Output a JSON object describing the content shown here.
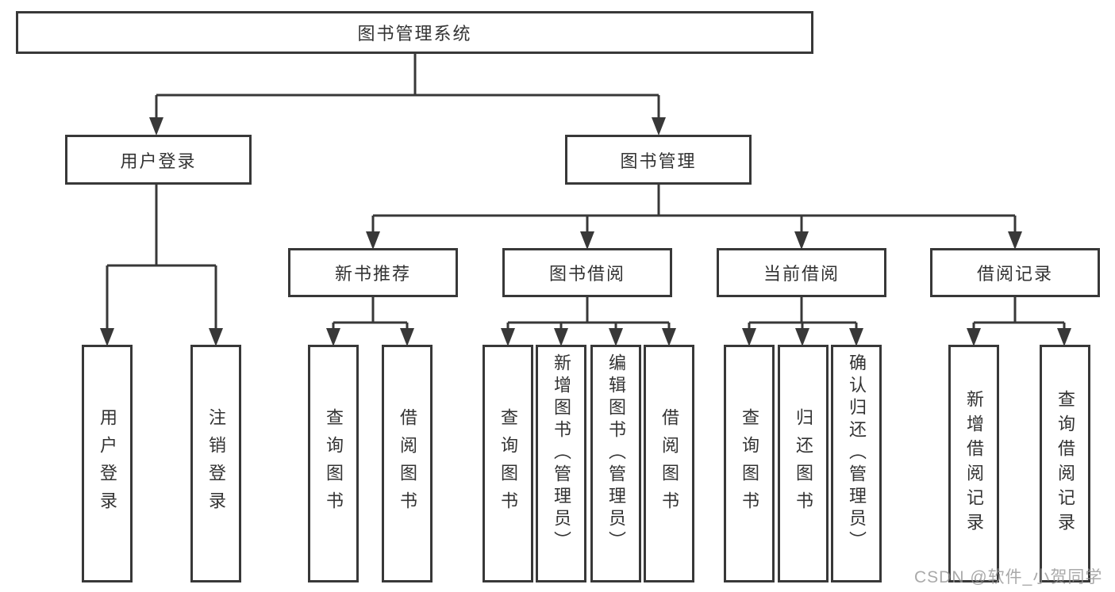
{
  "diagram": {
    "root": {
      "label": "图书管理系统"
    },
    "level2": [
      {
        "label": "用户登录"
      },
      {
        "label": "图书管理"
      }
    ],
    "level3": [
      {
        "label": "新书推荐"
      },
      {
        "label": "图书借阅"
      },
      {
        "label": "当前借阅"
      },
      {
        "label": "借阅记录"
      }
    ],
    "leaves": [
      {
        "label": "用户登录"
      },
      {
        "label": "注销登录"
      },
      {
        "label": "查询图书"
      },
      {
        "label": "借阅图书"
      },
      {
        "label": "查询图书"
      },
      {
        "label": "新增图书（管理员）"
      },
      {
        "label": "编辑图书（管理员）"
      },
      {
        "label": "借阅图书"
      },
      {
        "label": "查询图书"
      },
      {
        "label": "归还图书"
      },
      {
        "label": "确认归还（管理员）"
      },
      {
        "label": "新增借阅记录"
      },
      {
        "label": "查询借阅记录"
      }
    ]
  },
  "watermark": {
    "text": "CSDN @软件_小贺同学"
  },
  "colors": {
    "line": "#383838",
    "box_background": "#ffffff",
    "text": "#333333",
    "watermark": "#949494"
  }
}
